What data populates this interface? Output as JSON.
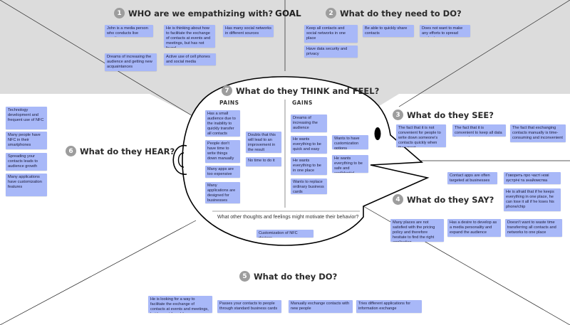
{
  "goal": "GOAL",
  "colors": {
    "background_top": "#dcdcdc",
    "sticky_note": "#a8b8f8",
    "outline": "#000000",
    "number_badge": "#9d9d9d"
  },
  "sections": {
    "who": {
      "number": "1",
      "title": "WHO are we empathizing with?"
    },
    "need": {
      "number": "2",
      "title": "What do they need to DO?"
    },
    "see": {
      "number": "3",
      "title": "What do they SEE?"
    },
    "say": {
      "number": "4",
      "title": "What do they SAY?"
    },
    "do": {
      "number": "5",
      "title": "What do they DO?"
    },
    "hear": {
      "number": "6",
      "title": "What do they HEAR?"
    },
    "think": {
      "number": "7",
      "title": "What do they THINK and FEEL?"
    }
  },
  "think_feel": {
    "pains_label": "PAINS",
    "gains_label": "GAINS",
    "motivation_question": "What other thoughts and feelings might motivate their behavior?"
  },
  "notes": {
    "who": [
      "John is a media person who conducts live meetings",
      "He is thinking about how to facilitate the exchange of contacts at events and meetings, but has not found",
      "Has many social networks in different sources",
      "Dreams of increasing the audience and getting new acquaintances",
      "Active use of cell phones and social media"
    ],
    "need": [
      "Keep all contacts and social networks in one place",
      "Be able to quickly share contacts",
      "Does not want to make any efforts to spread contacts",
      "Have data security and privacy"
    ],
    "hear": [
      "Technology development and frequent use of NFC",
      "Many people have NFC in their smartphones",
      "Spreading your contacts leads to audience growth",
      "Many applications have customization features"
    ],
    "see": [
      "The fact that it is not convenient for people to write down someone's contacts quickly when they meet",
      "The fact that it is convenient to keep all data in one place",
      "The fact that exchanging contacts manually is time-consuming and inconvenient"
    ],
    "say": [
      "Contact apps are often targeted at businesses",
      "Говорить про частi нові зустрічі та знайомства",
      "He is afraid that if he keeps everything in one place, he can lose it all if he loses his phone/chip",
      "Many places are not satisfied with the pricing policy and therefore hesitate to find the right application",
      "Has a desire to develop as a media personality and expand the audience",
      "Doesn't want to waste time transferring all contacts and networks to one place"
    ],
    "pains": [
      "Has a small audience due to the inability to quickly transfer all contacts",
      "People don't have time to write things down manually",
      "Many apps are too expensive",
      "Many applications are designed for businesses",
      "Doubts that this will lead to an improvement in the result",
      "No time to do it"
    ],
    "gains": [
      "Dreams of increasing the audience",
      "He wants everything to be quick and easy",
      "Wants to have customization options",
      "He wants everything to be in one place",
      "He wants everything to be safe and confidential",
      "Wants to replace ordinary business cards"
    ],
    "motivation": [
      "Customization of NFC devices"
    ],
    "do": [
      "He is looking for a way to facilitate the exchange of contacts at events and meetings, but has not found it",
      "Passes your contacts to people through standard business cards",
      "Manually exchange contacts with new people",
      "Tries different applications for information exchange"
    ]
  }
}
